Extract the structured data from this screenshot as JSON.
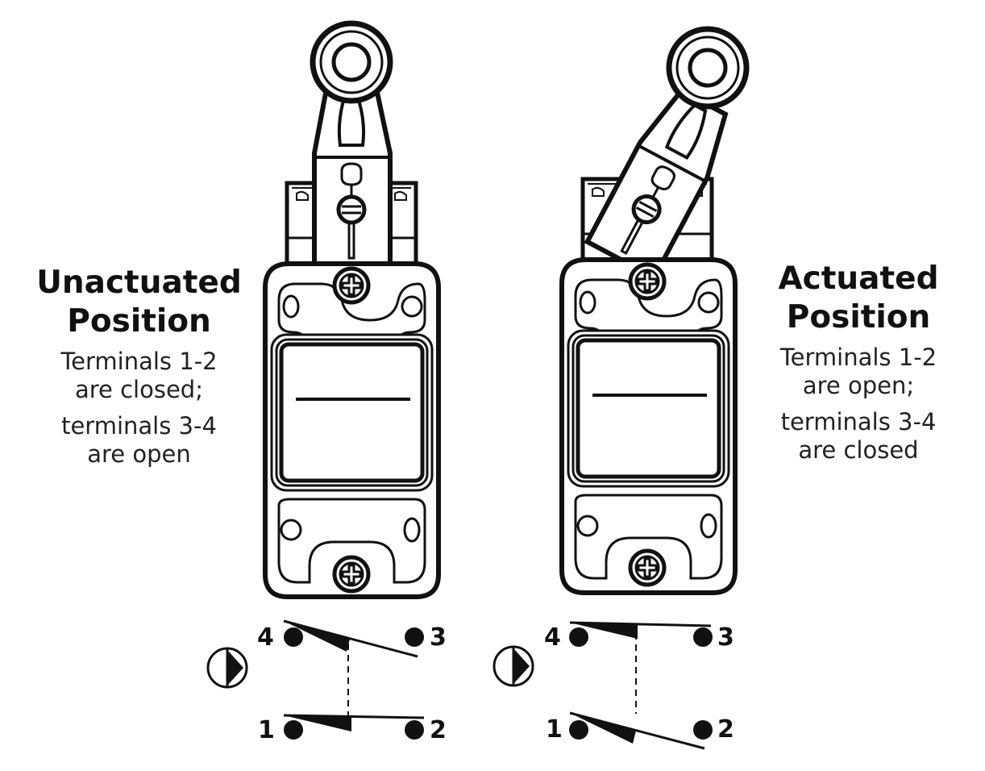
{
  "unactuated": {
    "title_line1": "Unactuated",
    "title_line2": "Position",
    "desc_line1": "Terminals 1-2",
    "desc_line2": "are closed;",
    "desc_line3": "terminals 3-4",
    "desc_line4": "are open"
  },
  "actuated": {
    "title_line1": "Actuated",
    "title_line2": "Position",
    "desc_line1": "Terminals 1-2",
    "desc_line2": "are open;",
    "desc_line3": "terminals 3-4",
    "desc_line4": "are closed"
  },
  "terminals": {
    "t1": "1",
    "t2": "2",
    "t3": "3",
    "t4": "4"
  },
  "icons": {
    "actuator_symbol": "actuator-arrow-icon",
    "screw": "phillips-screw-icon"
  },
  "colors": {
    "stroke": "#111111",
    "background": "#ffffff"
  }
}
